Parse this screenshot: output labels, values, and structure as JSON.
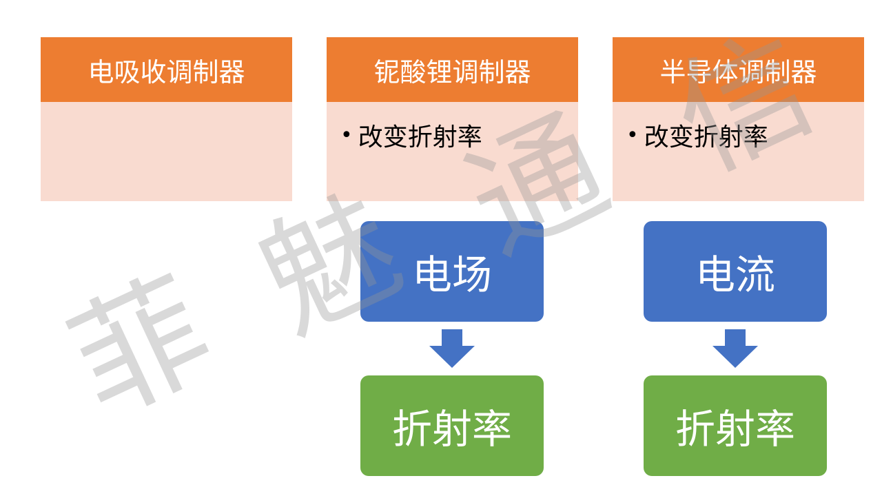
{
  "colors": {
    "header": "#ED7D31",
    "body": "#F9DBD0",
    "field_box": "#4472C4",
    "result_box": "#70AD47",
    "arrow": "#4472C4"
  },
  "cards": [
    {
      "title": "电吸收调制器",
      "bullets": []
    },
    {
      "title": "铌酸锂调制器",
      "bullets": [
        "改变折射率"
      ]
    },
    {
      "title": "半导体调制器",
      "bullets": [
        "改变折射率"
      ]
    }
  ],
  "flows": [
    {
      "cause": "电场",
      "effect": "折射率"
    },
    {
      "cause": "电流",
      "effect": "折射率"
    }
  ],
  "watermark": [
    "菲",
    "魅",
    "通",
    "信"
  ]
}
